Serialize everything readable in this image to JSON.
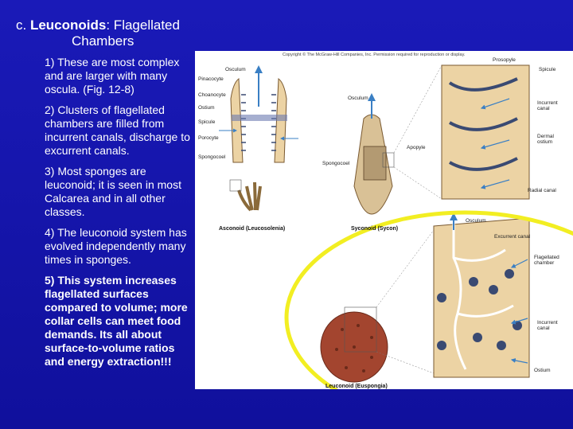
{
  "title": {
    "prefix": "c. ",
    "bold": "Leuconoids",
    "rest": ": Flagellated",
    "line2": "Chambers"
  },
  "points": [
    {
      "text": "1) These are most complex and are larger with many oscula. (Fig. 12-8)",
      "bold": false
    },
    {
      "text": "2) Clusters of flagellated chambers are filled from incurrent canals, discharge to excurrent canals.",
      "bold": false
    },
    {
      "text": "3) Most sponges are leuconoid; it is seen in most Calcarea and in all other classes.",
      "bold": false
    },
    {
      "text": "4) The leuconoid system has evolved independently many times in sponges.",
      "bold": false
    },
    {
      "prefix": "5) ",
      "text": "This system increases flagellated surfaces compared to volume; more collar cells can meet food demands. Its all about surface-to-volume ratios and energy extraction!!!",
      "bold": true
    }
  ],
  "figure": {
    "copyright": "Copyright © The McGraw-Hill Companies, Inc. Permission required for reproduction or display.",
    "asconoid_labels": [
      "Osculum",
      "Pinacocyte",
      "Choanocyte",
      "Ostium",
      "Spicule",
      "Porocyte",
      "Spongocoel"
    ],
    "syconoid_labels": [
      "Osculum",
      "Spongocoel"
    ],
    "syconoid_detail_labels": [
      "Prosopyle",
      "Spicule",
      "Incurrent canal",
      "Apopyle",
      "Dermal ostium",
      "Radial canal"
    ],
    "leuconoid_labels": [
      "Osculum",
      "Excurrent canal",
      "Flagellated chamber",
      "Incurrent canal",
      "Ostium"
    ],
    "captions": {
      "asconoid": "Asconoid (Leucosolenia)",
      "syconoid": "Syconoid (Sycon)",
      "leuconoid": "Leuconoid (Euspongia)"
    },
    "colors": {
      "tissue": "#ecd3a4",
      "chamber": "#3a4a72",
      "arrow": "#3a7fc4",
      "ellipse": "#f2ee22",
      "sponge": "#a3452f"
    }
  }
}
